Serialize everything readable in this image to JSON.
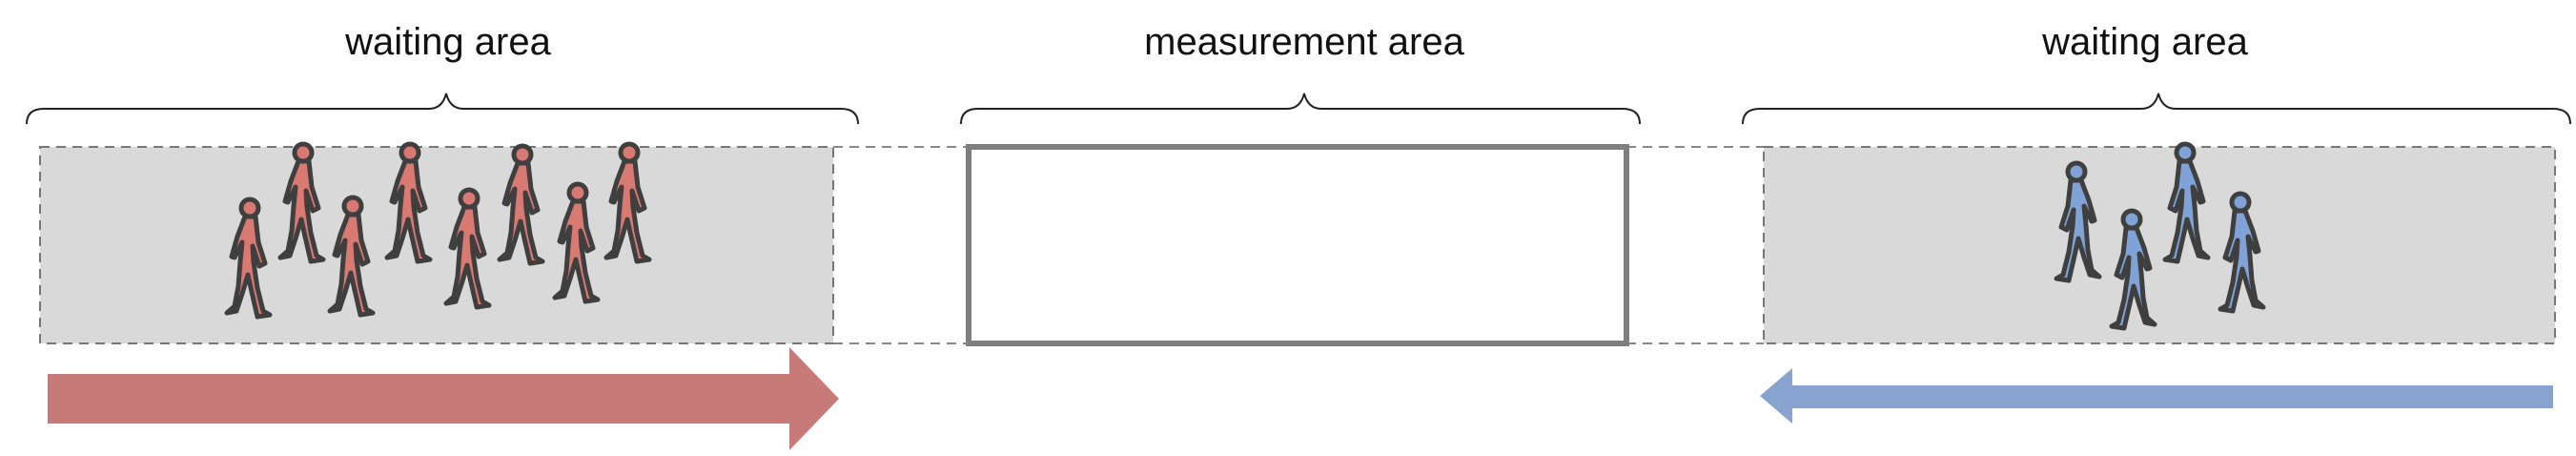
{
  "labels": {
    "left_waiting": "waiting area",
    "measurement": "measurement area",
    "right_waiting": "waiting area"
  },
  "left_group": {
    "color": "#d97a72",
    "count": 8,
    "direction": "right"
  },
  "right_group": {
    "color": "#7fa3d6",
    "count": 4,
    "direction": "left"
  },
  "colors": {
    "waiting_area_fill": "#d9d9d9",
    "waiting_area_border": "#777777",
    "measurement_border": "#7f7f7f",
    "left_arrow": "#c77b78",
    "right_arrow": "#87a3cf",
    "outline": "#3f3f3f"
  }
}
